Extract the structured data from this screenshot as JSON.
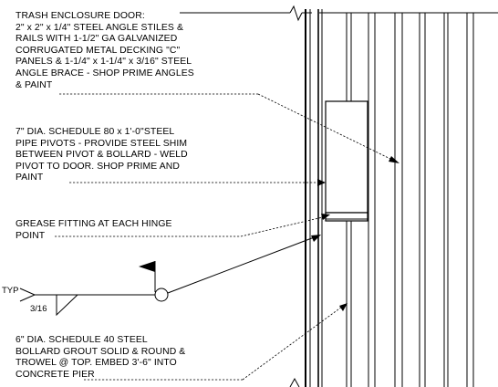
{
  "notes": {
    "trash_door": [
      "TRASH ENCLOSURE DOOR:",
      "2\" x 2\" x 1/4\" STEEL ANGLE STILES &",
      "RAILS WITH 1-1/2\" GA GALVANIZED",
      "CORRUGATED METAL DECKING \"C\"",
      "PANELS & 1-1/4\" x 1-1/4\" x 3/16\" STEEL",
      "ANGLE BRACE - SHOP PRIME ANGLES",
      "& PAINT"
    ],
    "pipe_pivots": [
      "7\" DIA. SCHEDULE 80 x 1'-0\"STEEL",
      "PIPE PIVOTS - PROVIDE STEEL SHIM",
      "BETWEEN PIVOT & BOLLARD - WELD",
      "PIVOT TO DOOR. SHOP PRIME AND",
      "PAINT"
    ],
    "grease_fitting": [
      "GREASE FITTING AT EACH HINGE",
      "POINT"
    ],
    "bollard": [
      "6\" DIA. SCHEDULE 40 STEEL",
      "BOLLARD GROUT SOLID & ROUND &",
      "TROWEL @ TOP. EMBED 3'-6\" INTO",
      "CONCRETE PIER"
    ]
  },
  "weld_symbol": {
    "tail_label": "TYP",
    "size_label": "3/16"
  }
}
